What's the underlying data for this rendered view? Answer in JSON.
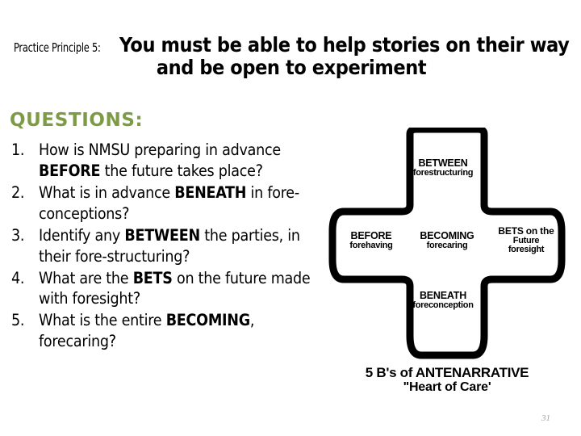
{
  "slide": {
    "background_color": "#ffffff",
    "title": {
      "prefix": "Practice Principle 5:",
      "main": "You must be able to help stories on their way and be open to experiment"
    },
    "questions_heading": {
      "label": "QUESTIONS:",
      "color": "#7d9a45"
    },
    "questions": [
      {
        "number": "1.",
        "parts": [
          {
            "text": "How is NMSU preparing in advance ",
            "bold": false
          },
          {
            "text": "BEFORE",
            "bold": true
          },
          {
            "text": " the future takes place?",
            "bold": false
          }
        ]
      },
      {
        "number": "2.",
        "parts": [
          {
            "text": "What is in advance ",
            "bold": false
          },
          {
            "text": "BENEATH",
            "bold": true
          },
          {
            "text": " in fore-conceptions?",
            "bold": false
          }
        ]
      },
      {
        "number": "3.",
        "parts": [
          {
            "text": "Identify any ",
            "bold": false
          },
          {
            "text": "BETWEEN",
            "bold": true
          },
          {
            "text": " the parties, in their fore-structuring?",
            "bold": false
          }
        ]
      },
      {
        "number": "4.",
        "parts": [
          {
            "text": "What are the ",
            "bold": false
          },
          {
            "text": "BETS",
            "bold": true
          },
          {
            "text": " on the future made with foresight?",
            "bold": false
          }
        ]
      },
      {
        "number": "5.",
        "parts": [
          {
            "text": "What is the entire ",
            "bold": false
          },
          {
            "text": "BECOMING",
            "bold": true
          },
          {
            "text": ", forecaring?",
            "bold": false
          }
        ]
      }
    ],
    "diagram": {
      "shape": "rounded-cross",
      "outline_color": "#000000",
      "fill_color": "#ffffff",
      "lobes": {
        "top": {
          "title": "BETWEEN",
          "subtitle": "forestructuring"
        },
        "left": {
          "title": "BEFORE",
          "subtitle": "forehaving"
        },
        "center": {
          "title": "BECOMING",
          "subtitle": "forecaring"
        },
        "right": {
          "title": "BETS on the",
          "subtitle": "Future\nforesight"
        },
        "bottom": {
          "title": "BENEATH",
          "subtitle": "foreconception"
        }
      },
      "caption_line1": "5 B's of ANTENARRATIVE",
      "caption_line2": "\"Heart of Care'"
    },
    "page_number": "31"
  }
}
